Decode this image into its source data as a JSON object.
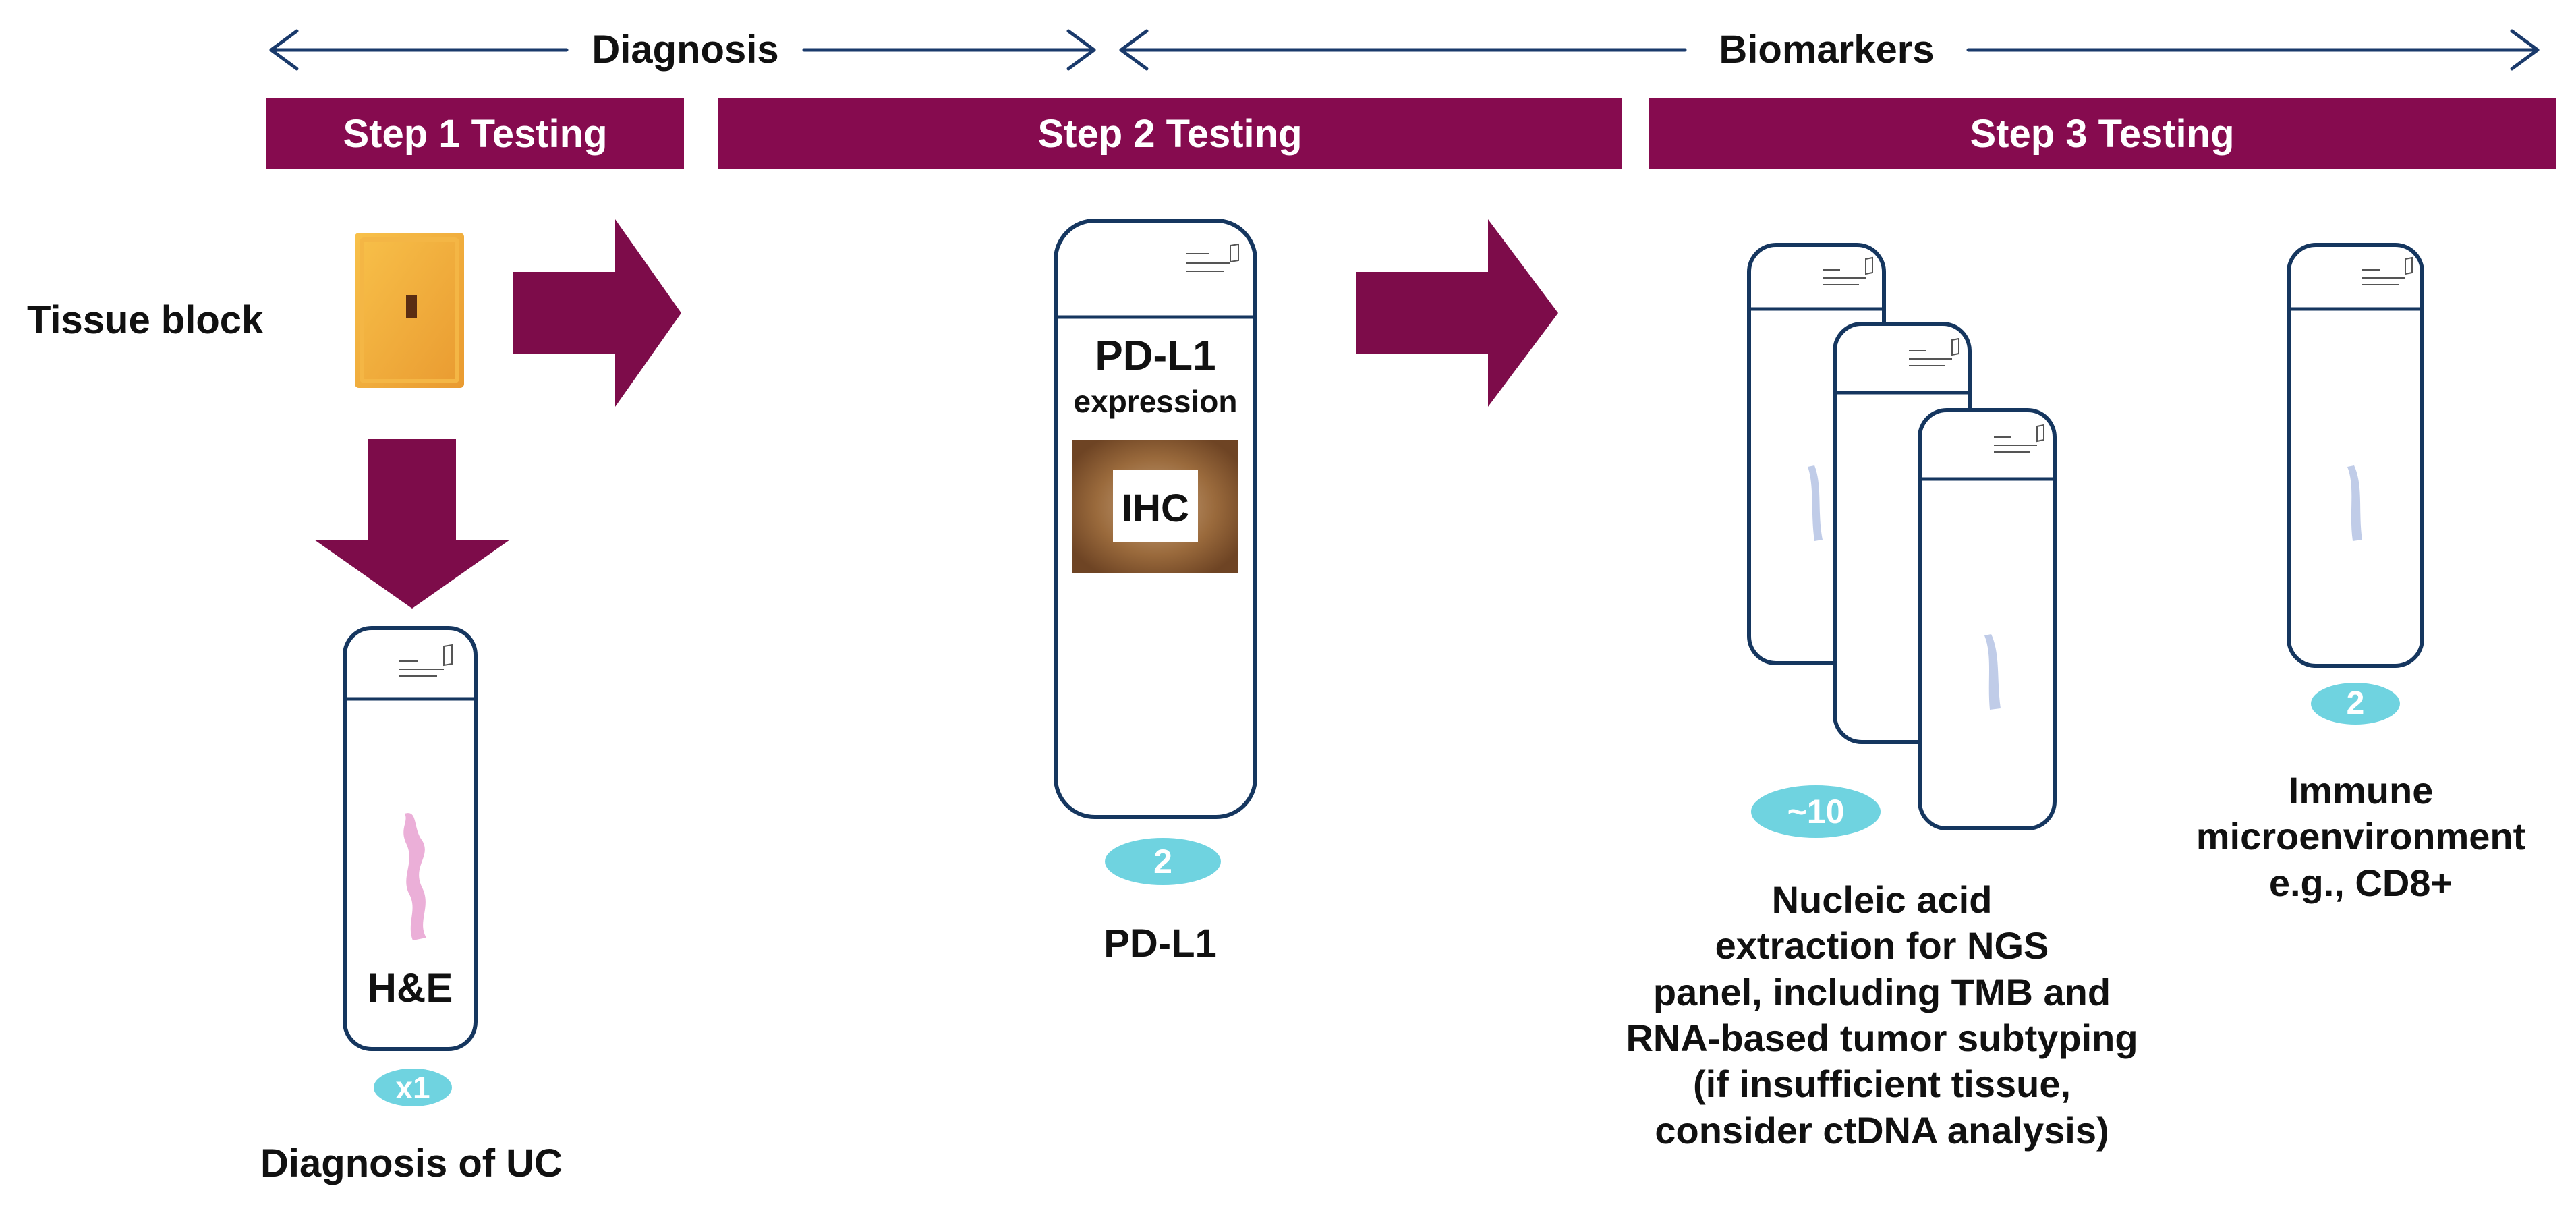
{
  "colors": {
    "banner": "#860b4f",
    "arrow_fill": "#7d0c4a",
    "timeline": "#1a3a6b",
    "slide_border": "#15365f",
    "badge": "#6fd3e0",
    "tissue_block": "#f0a93a",
    "he_stain": "#e9a6d4",
    "section_stain": "#b9c6e6",
    "ihc_stain": "#9a6a3c"
  },
  "timeline": {
    "diagnosis_label": "Diagnosis",
    "biomarkers_label": "Biomarkers"
  },
  "steps": {
    "step1": "Step 1 Testing",
    "step2": "Step 2 Testing",
    "step3": "Step 3 Testing"
  },
  "tissue_block_label": "Tissue block",
  "step1_slide": {
    "stain_label": "H&E",
    "badge": "x1",
    "caption": "Diagnosis of UC"
  },
  "step2_slide": {
    "title": "PD-L1",
    "subtitle": "expression",
    "stain_label": "IHC",
    "badge": "2",
    "caption": "PD-L1"
  },
  "step3_ngs": {
    "badge": "~10",
    "caption_lines": [
      "Nucleic acid",
      "extraction for NGS",
      "panel, including TMB and",
      "RNA-based tumor subtyping",
      "(if insufficient tissue,",
      "consider ctDNA analysis)"
    ]
  },
  "step3_immune": {
    "badge": "2",
    "caption_lines": [
      "Immune",
      "microenvironment",
      "e.g., CD8+"
    ]
  }
}
